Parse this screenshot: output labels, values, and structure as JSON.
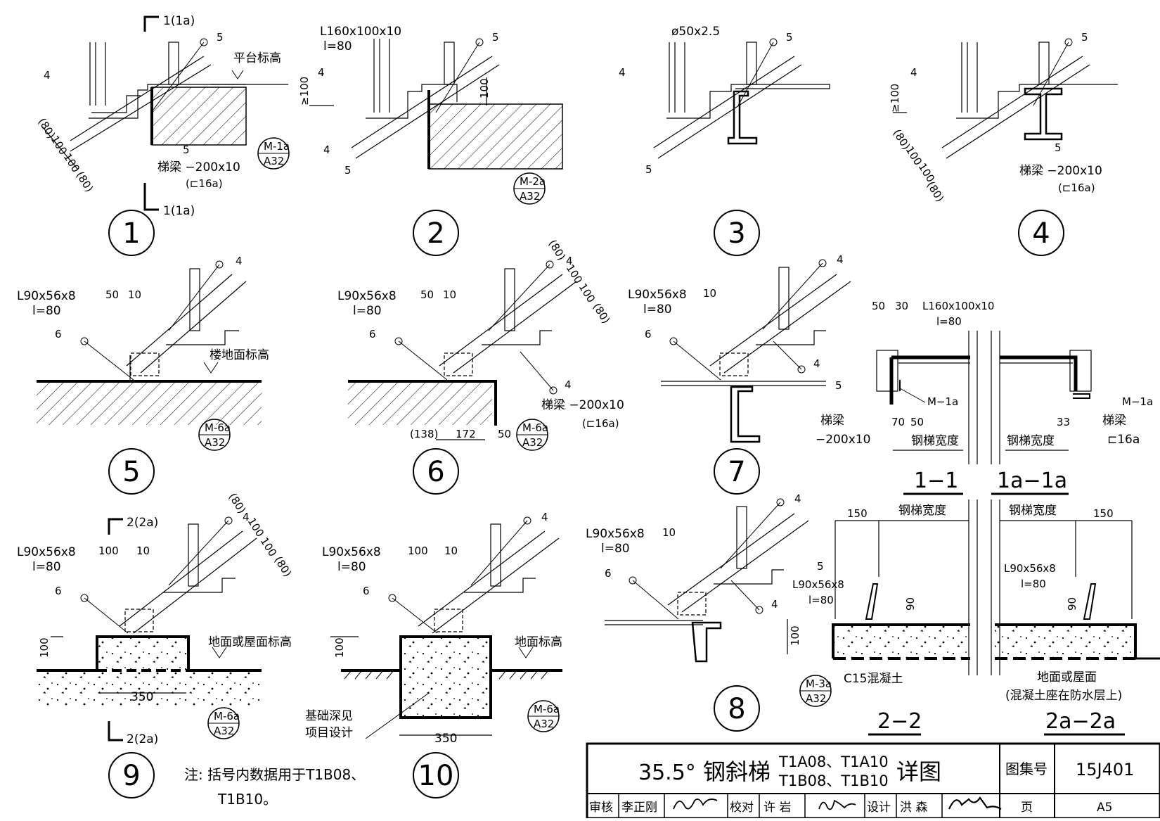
{
  "details": [
    {
      "id": "d1",
      "number": "1",
      "cut_top": "1(1a)",
      "cut_bottom": "1(1a)",
      "weld_top": "5",
      "weld_left": "4",
      "weld_bottom": "5",
      "note_top": "平台标高",
      "beam": "梯梁 −200x10",
      "beam_alt": "(⊏16a)",
      "dims": [
        "(80)",
        "100",
        "100",
        "(80)"
      ],
      "ref_top": "M-1a",
      "ref_bottom": "A32"
    },
    {
      "id": "d2",
      "number": "2",
      "member": "L160x100x10",
      "length": "l=80",
      "weld_top": "5",
      "weld_left": "4",
      "weld_mid": "4",
      "weld_bottom": "5",
      "dim_left": "≥100",
      "dim_right": "100",
      "ref_top": "M-2a",
      "ref_bottom": "A32"
    },
    {
      "id": "d3",
      "number": "3",
      "member": "ø50x2.5",
      "weld_top": "5",
      "weld_left": "4",
      "weld_bottom": "5"
    },
    {
      "id": "d4",
      "number": "4",
      "weld_top": "5",
      "weld_left": "4",
      "weld_bottom": "5",
      "dim_left": "≥100",
      "dims": [
        "(80)",
        "100",
        "100",
        "(80)"
      ],
      "beam": "梯梁 −200x10",
      "beam_alt": "(⊏16a)"
    },
    {
      "id": "d5",
      "number": "5",
      "member": "L90x56x8",
      "length": "l=80",
      "dim_a": "50",
      "dim_b": "10",
      "weld_top": "4",
      "weld_left": "6",
      "note": "楼地面标高",
      "ref_top": "M-6a",
      "ref_bottom": "A32"
    },
    {
      "id": "d6",
      "number": "6",
      "member": "L90x56x8",
      "length": "l=80",
      "dim_a": "50",
      "dim_b": "10",
      "weld_top": "4",
      "weld_left": "6",
      "weld_right": "4",
      "dims": [
        "(80)",
        "100",
        "100",
        "(80)"
      ],
      "beam": "梯梁 −200x10",
      "beam_alt": "(⊏16a)",
      "bottom_dims": [
        "(138)",
        "172",
        "50"
      ],
      "ref_top": "M-6a",
      "ref_bottom": "A32"
    },
    {
      "id": "d7",
      "number": "7",
      "member": "L90x56x8",
      "length": "l=80",
      "dim_a": "10",
      "weld_top": "4",
      "weld_left": "6",
      "weld_right": "4"
    },
    {
      "id": "d8",
      "number": "8",
      "member": "L90x56x8",
      "length": "l=80",
      "dim_a": "10",
      "weld_top": "4",
      "weld_left": "6",
      "weld_right": "4"
    },
    {
      "id": "d9",
      "number": "9",
      "cut_top": "2(2a)",
      "cut_bottom": "2(2a)",
      "member": "L90x56x8",
      "length": "l=80",
      "dim_a": "100",
      "dim_b": "10",
      "weld_top": "4",
      "weld_left": "6",
      "dims": [
        "(80)",
        "100",
        "100",
        "(80)"
      ],
      "dim_h": "100",
      "dim_w": "350",
      "note": "地面或屋面标高",
      "ref_top": "M-6a",
      "ref_bottom": "A32"
    },
    {
      "id": "d10",
      "number": "10",
      "member": "L90x56x8",
      "length": "l=80",
      "dim_a": "100",
      "dim_b": "10",
      "weld_top": "4",
      "weld_left": "6",
      "dim_h": "100",
      "dim_w": "350",
      "note": "地面标高",
      "foundation_1": "基础深见",
      "foundation_2": "项目设计",
      "ref_top": "M-6a",
      "ref_bottom": "A32"
    }
  ],
  "sections": {
    "s11": {
      "title": "1−1",
      "dim_a": "50",
      "dim_b": "30",
      "member": "L160x100x10",
      "length": "l=80",
      "weld": "5",
      "ref": "M−1a",
      "beam": "梯梁",
      "beam_size": "−200x10",
      "dim_c": "70",
      "dim_d": "50",
      "width": "钢梯宽度"
    },
    "s1a": {
      "title": "1a−1a",
      "ref": "M−1a",
      "beam": "梯梁",
      "beam_size": "⊏16a",
      "dim": "33",
      "width": "钢梯宽度"
    },
    "s22": {
      "title": "2−2",
      "dim": "150",
      "width": "钢梯宽度",
      "weld": "5",
      "member": "L90x56x8",
      "length": "l=80",
      "dim_v": "90",
      "dim_h": "100",
      "concrete": "C15混凝土",
      "ref_top": "M-3a",
      "ref_bottom": "A32"
    },
    "s2a": {
      "title": "2a−2a",
      "dim": "150",
      "width": "钢梯宽度",
      "member": "L90x56x8",
      "length": "l=80",
      "dim_v": "90",
      "floor": "地面或屋面",
      "floor_note": "(混凝土座在防水层上)"
    }
  },
  "note": {
    "line1": "注: 括号内数据用于T1B08、",
    "line2": "T1B10。"
  },
  "title_block": {
    "title_angle": "35.5°",
    "title_name": "钢斜梯",
    "codes_1": "T1A08、T1A10",
    "codes_2": "T1B08、T1B10",
    "title_suffix": "详图",
    "atlas_label": "图集号",
    "atlas_no": "15J401",
    "review_label": "审核",
    "reviewer": "李正刚",
    "check_label": "校对",
    "checker": "许 岩",
    "design_label": "设计",
    "designer": "洪 森",
    "page_label": "页",
    "page_no": "A5"
  }
}
